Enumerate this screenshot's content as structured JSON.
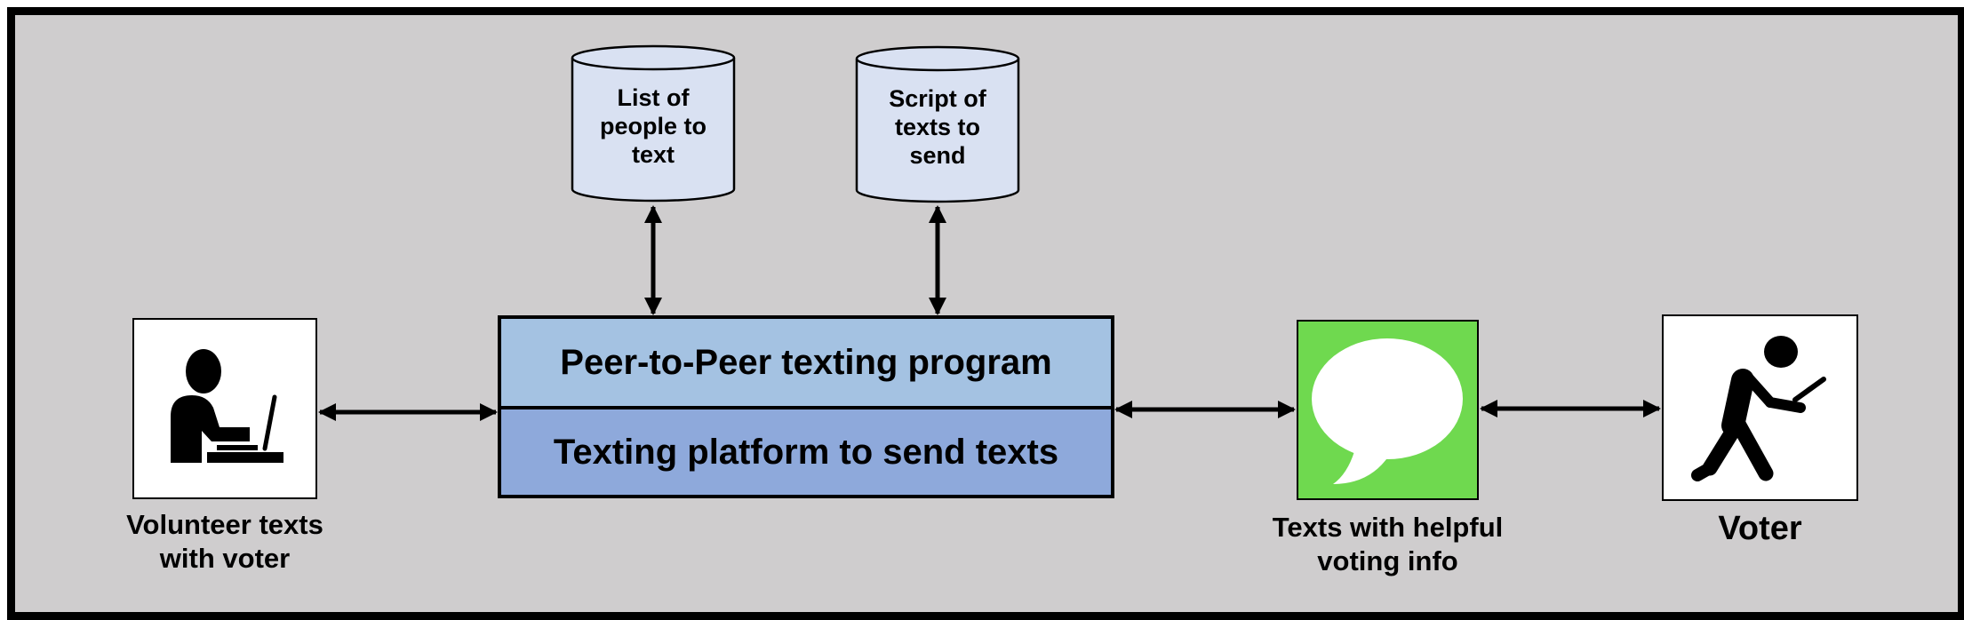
{
  "storage": {
    "people_list": "List of\npeople to\ntext",
    "script": "Script of\ntexts to\nsend"
  },
  "program": {
    "top_label": "Peer-to-Peer texting program",
    "bottom_label": "Texting platform to send texts"
  },
  "nodes": {
    "volunteer": "Volunteer texts\nwith voter",
    "messages": "Texts with helpful\nvoting info",
    "voter": "Voter"
  },
  "icons": {
    "volunteer": "person-at-laptop-icon",
    "messages": "speech-bubble-icon",
    "voter": "person-walking-with-phone-icon"
  },
  "colors": {
    "background": "#cfcdce",
    "cylinder_fill": "#d9e1f2",
    "program_top": "#a4c2e2",
    "program_bottom": "#8ea9db",
    "messages_green": "#6fd94f"
  }
}
